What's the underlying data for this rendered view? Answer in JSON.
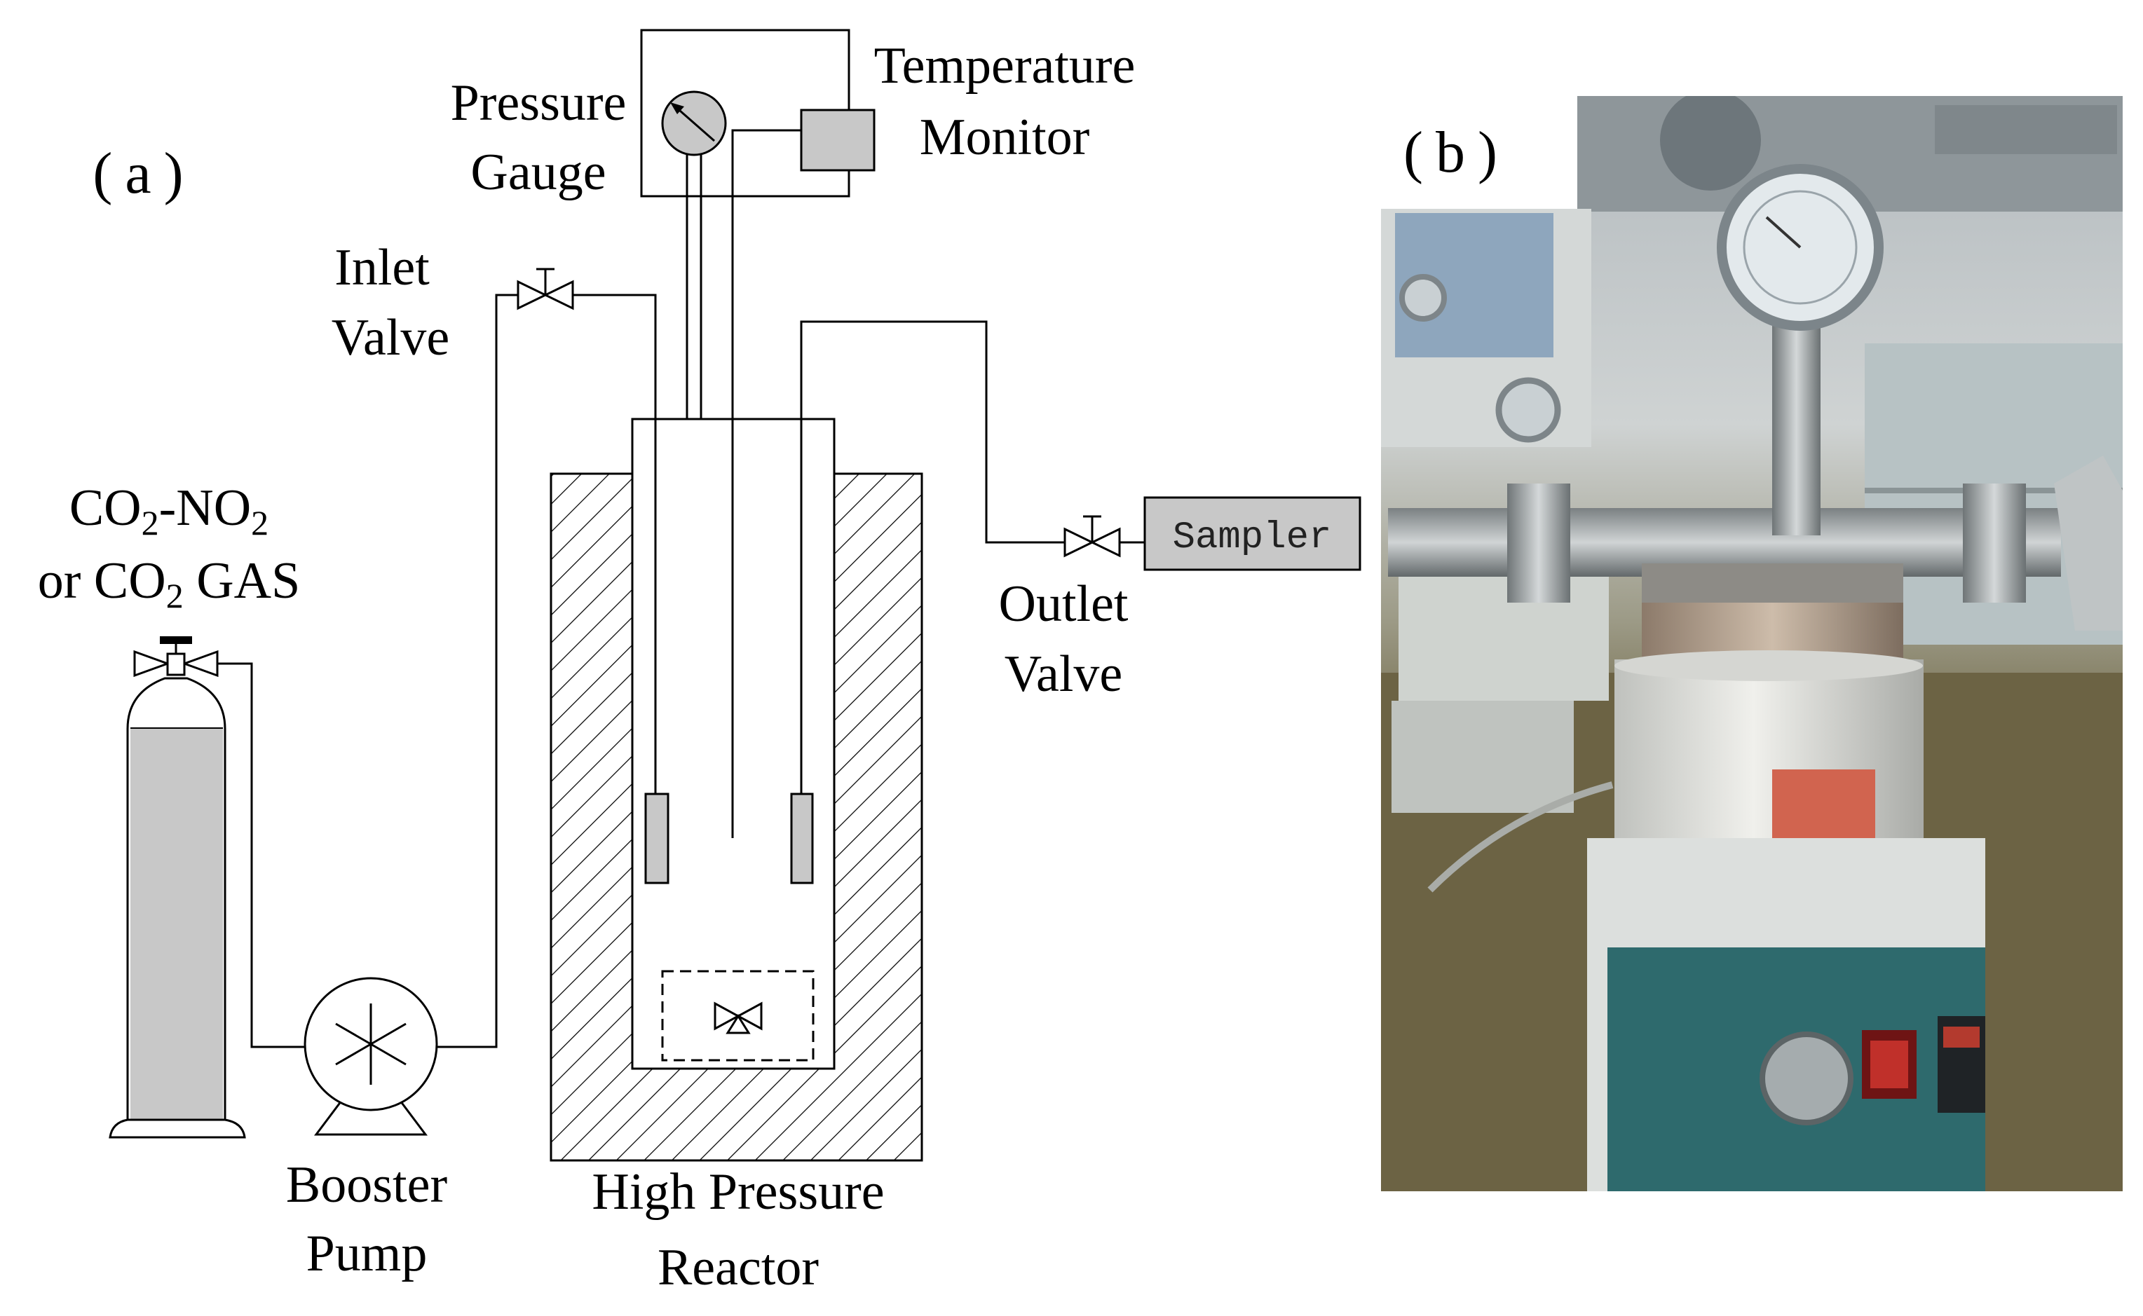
{
  "panel_a": {
    "label": "(a)"
  },
  "panel_b": {
    "label": "(b)"
  },
  "labels": {
    "pressure_gauge": [
      "Pressure",
      "Gauge"
    ],
    "temperature_monitor": [
      "Temperature",
      "Monitor"
    ],
    "inlet_valve": [
      "Inlet",
      "Valve"
    ],
    "outlet_valve": [
      "Outlet",
      "Valve"
    ],
    "sampler": "Sampler",
    "booster_pump": [
      "Booster",
      "Pump"
    ],
    "reactor": [
      "High Pressure",
      "Reactor"
    ],
    "gas_line1": [
      "CO",
      "2",
      "-NO",
      "2"
    ],
    "gas_line2": [
      "or CO",
      "2",
      " GAS"
    ]
  },
  "colors": {
    "component_gray": "#c8c8c8",
    "line": "#000000",
    "panel_teal": "#2e6a6d",
    "label_red": "#d1644f"
  }
}
